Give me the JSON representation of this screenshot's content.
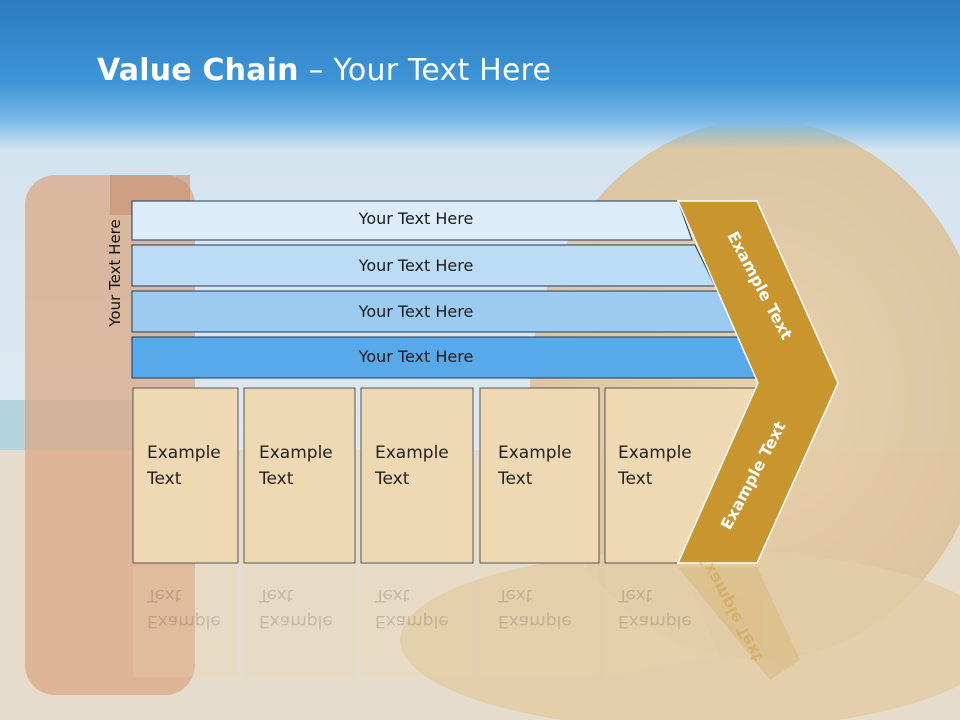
{
  "title": {
    "bold": "Value Chain",
    "rest": " – Your Text Here"
  },
  "side_label": "Your Text Here",
  "bands": [
    {
      "label": "Your Text Here"
    },
    {
      "label": "Your Text Here"
    },
    {
      "label": "Your Text Here"
    },
    {
      "label": "Your Text Here"
    }
  ],
  "boxes": [
    {
      "line1": "Example",
      "line2": "Text"
    },
    {
      "line1": "Example",
      "line2": "Text"
    },
    {
      "line1": "Example",
      "line2": "Text"
    },
    {
      "line1": "Example",
      "line2": "Text"
    },
    {
      "line1": "Example",
      "line2": "Text"
    }
  ],
  "chevron": {
    "top_label": "Example Text",
    "bottom_label": "Example Text",
    "color": "#c8952e"
  },
  "colors": {
    "band1": "#dcecf9",
    "band2": "#bcdcf6",
    "band3": "#9ccbf2",
    "band4": "#58a9ea",
    "box": "#eed9b3",
    "header": "#3d95d8"
  }
}
